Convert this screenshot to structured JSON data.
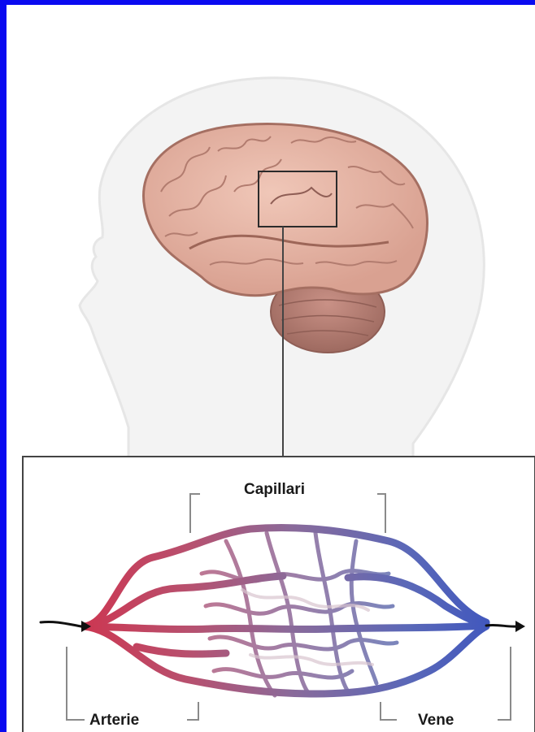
{
  "diagram": {
    "labels": {
      "capillaries": "Capillari",
      "arteries": "Arterie",
      "veins": "Vene"
    },
    "colors": {
      "frame_border": "#0a0af0",
      "artery": "#c8324a",
      "vein": "#3f55b8",
      "brain": "#e6b3a4",
      "cerebellum": "#b57e72",
      "head_silhouette": "#f3f3f3"
    }
  }
}
